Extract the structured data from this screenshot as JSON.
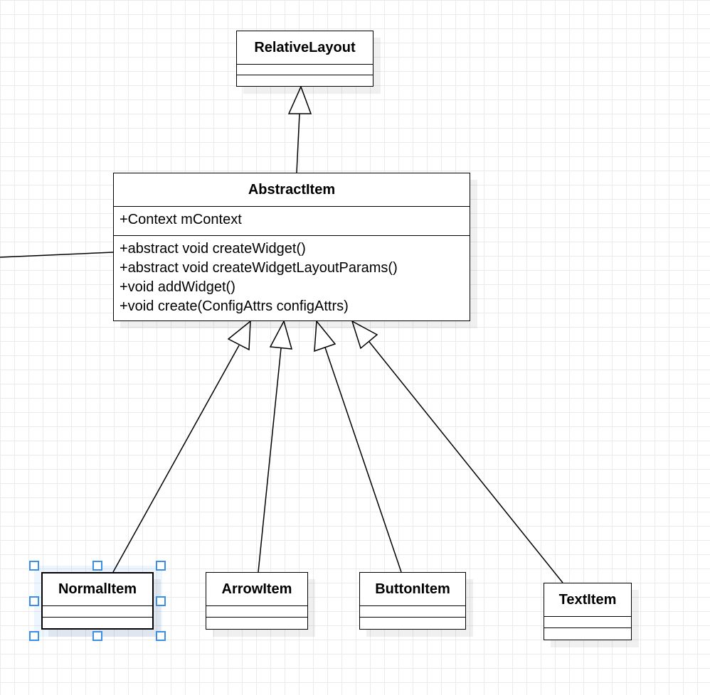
{
  "colors": {
    "grid": "#ebebeb",
    "line": "#000000",
    "selection": "#3b8fe8",
    "background": "#ffffff"
  },
  "classes": {
    "relative_layout": {
      "name": "RelativeLayout"
    },
    "abstract_item": {
      "name": "AbstractItem",
      "attributes": [
        "+Context mContext"
      ],
      "methods": [
        "+abstract void createWidget()",
        "+abstract void createWidgetLayoutParams()",
        "+void addWidget()",
        "+void create(ConfigAttrs configAttrs)"
      ]
    },
    "normal_item": {
      "name": "NormalItem",
      "selected": true
    },
    "arrow_item": {
      "name": "ArrowItem"
    },
    "button_item": {
      "name": "ButtonItem"
    },
    "text_item": {
      "name": "TextItem"
    }
  },
  "relations": [
    {
      "type": "generalization",
      "from": "AbstractItem",
      "to": "RelativeLayout"
    },
    {
      "type": "generalization",
      "from": "NormalItem",
      "to": "AbstractItem"
    },
    {
      "type": "generalization",
      "from": "ArrowItem",
      "to": "AbstractItem"
    },
    {
      "type": "generalization",
      "from": "ButtonItem",
      "to": "AbstractItem"
    },
    {
      "type": "generalization",
      "from": "TextItem",
      "to": "AbstractItem"
    },
    {
      "type": "association",
      "from": "offscreen",
      "to": "AbstractItem"
    }
  ]
}
